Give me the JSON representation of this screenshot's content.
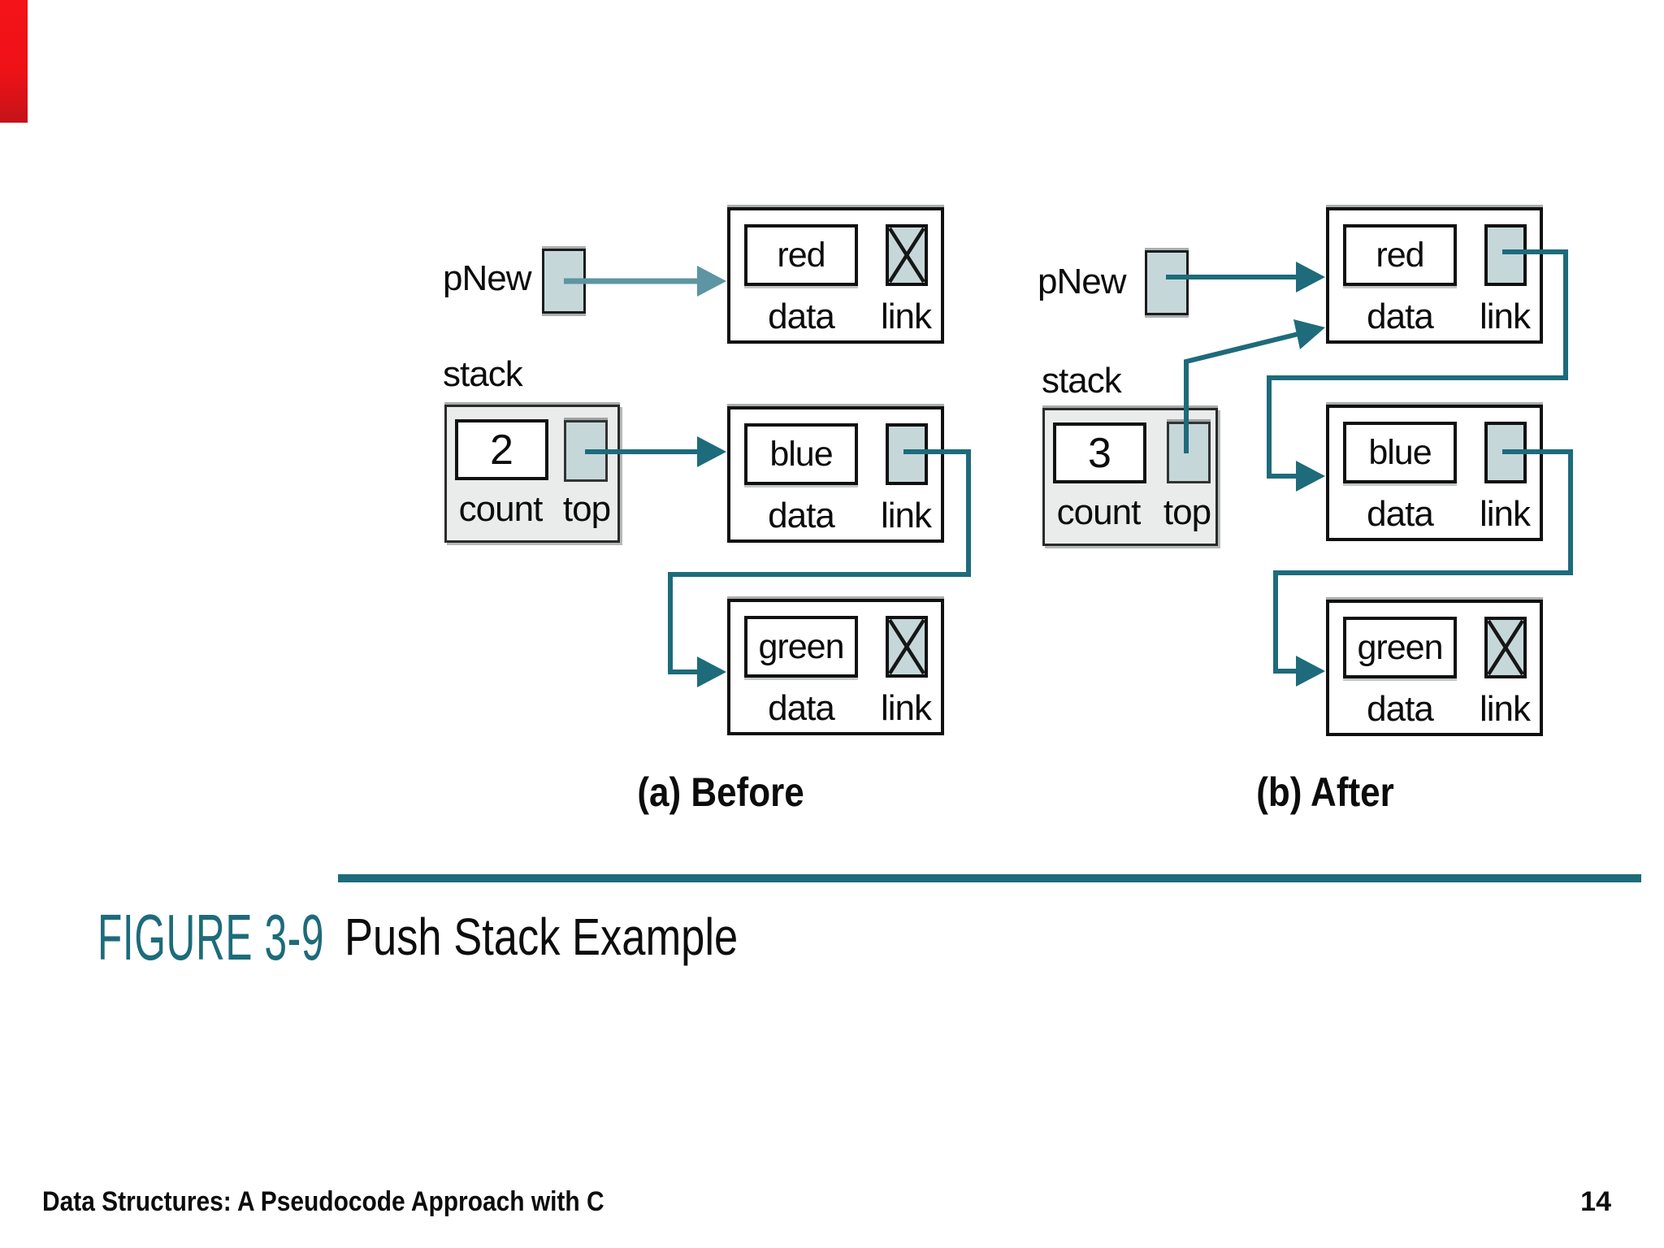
{
  "slide": {
    "figure_label": "FIGURE 3-9",
    "figure_title": "Push Stack Example",
    "footer": "Data Structures: A Pseudocode Approach with C",
    "page_number": "14"
  },
  "colors": {
    "teal": "#1d6b7b",
    "teal_light": "#5d95a2",
    "pointer_fill": "#c6d7da",
    "stack_fill": "#eaebeb"
  },
  "panel_a": {
    "caption": "(a) Before",
    "pnew_label": "pNew",
    "stack_label": "stack",
    "count_value": "2",
    "count_label": "count",
    "top_label": "top",
    "nodes": [
      {
        "value": "red",
        "data_label": "data",
        "link_label": "link",
        "link_is_null": true
      },
      {
        "value": "blue",
        "data_label": "data",
        "link_label": "link",
        "link_is_null": false
      },
      {
        "value": "green",
        "data_label": "data",
        "link_label": "link",
        "link_is_null": true
      }
    ]
  },
  "panel_b": {
    "caption": "(b) After",
    "pnew_label": "pNew",
    "stack_label": "stack",
    "count_value": "3",
    "count_label": "count",
    "top_label": "top",
    "nodes": [
      {
        "value": "red",
        "data_label": "data",
        "link_label": "link",
        "link_is_null": false
      },
      {
        "value": "blue",
        "data_label": "data",
        "link_label": "link",
        "link_is_null": false
      },
      {
        "value": "green",
        "data_label": "data",
        "link_label": "link",
        "link_is_null": true
      }
    ]
  }
}
